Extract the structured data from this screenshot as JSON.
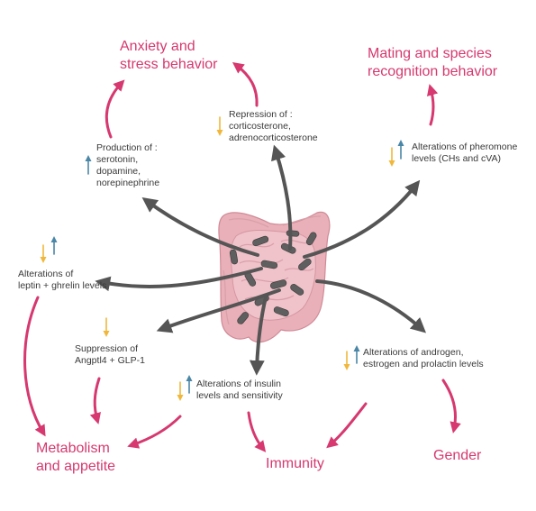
{
  "colors": {
    "outcome_text": "#d6386f",
    "outcome_arrow": "#d6386f",
    "effect_arrow": "#555555",
    "label_text": "#3a3a3a",
    "increase_arrow": "#4a86a6",
    "decrease_arrow": "#f0b73a",
    "gut": "#ecb4bc",
    "bacteria": "#5f5f5f"
  },
  "icons": {
    "increase": "arrow-up-icon",
    "decrease": "arrow-down-icon",
    "gut": "intestine-illustration"
  },
  "outcomes": {
    "anxiety": "Anxiety and\nstress behavior",
    "mating": "Mating and species\nrecognition behavior",
    "metabolism": "Metabolism\nand appetite",
    "immunity": "Immunity",
    "gender": "Gender"
  },
  "effects": {
    "production": "Production of :\nserotonin,\ndopamine,\nnorepinephrine",
    "repression": "Repression of :\ncorticosterone,\nadrenocorticosterone",
    "pheromone": "Alterations of pheromone\nlevels (CHs and cVA)",
    "leptin": "Alterations of\nleptin + ghrelin levels",
    "suppression": "Suppression of\nAngptl4 + GLP-1",
    "insulin": "Alterations of insulin\nlevels and sensitivity",
    "androgen": "Alterations of androgen,\nestrogen and prolactin levels"
  }
}
